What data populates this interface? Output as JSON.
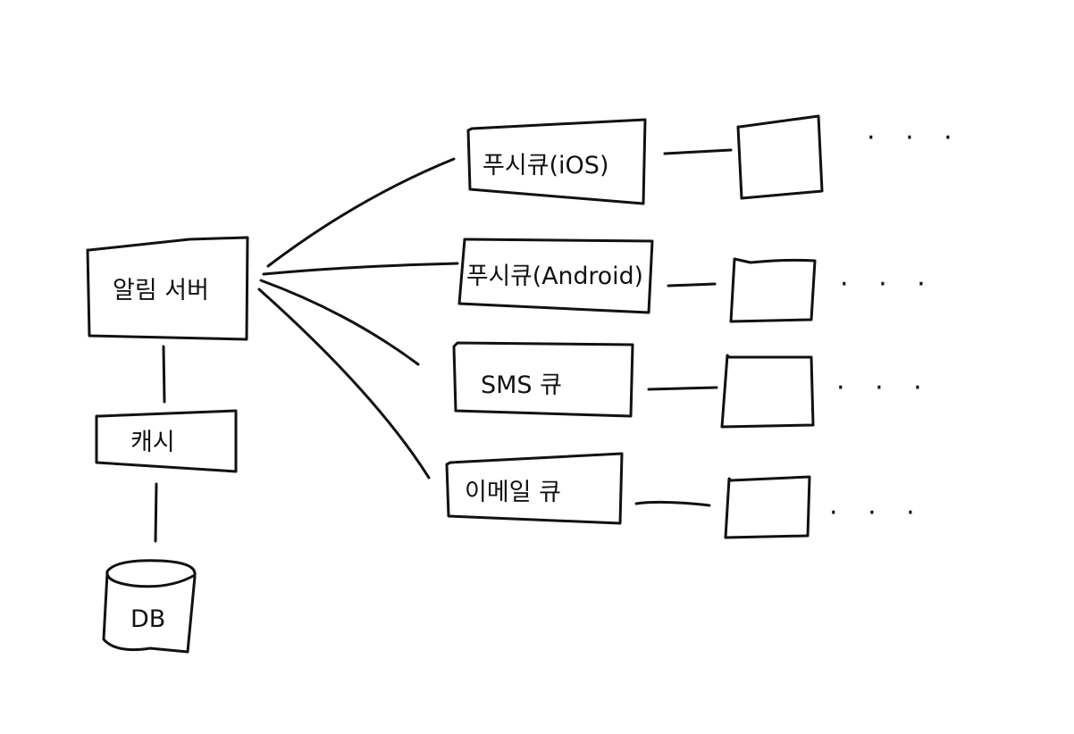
{
  "diagram": {
    "nodes": {
      "notification_server": "알림 서버",
      "cache": "캐시",
      "db": "DB",
      "push_queue_ios": "푸시큐(iOS)",
      "push_queue_android": "푸시큐(Android)",
      "sms_queue": "SMS 큐",
      "email_queue": "이메일 큐"
    },
    "ellipsis": "· · ·",
    "edges": [
      [
        "notification_server",
        "push_queue_ios"
      ],
      [
        "notification_server",
        "push_queue_android"
      ],
      [
        "notification_server",
        "sms_queue"
      ],
      [
        "notification_server",
        "email_queue"
      ],
      [
        "notification_server",
        "cache"
      ],
      [
        "cache",
        "db"
      ],
      [
        "push_queue_ios",
        "worker_1"
      ],
      [
        "push_queue_android",
        "worker_2"
      ],
      [
        "sms_queue",
        "worker_3"
      ],
      [
        "email_queue",
        "worker_4"
      ]
    ]
  }
}
